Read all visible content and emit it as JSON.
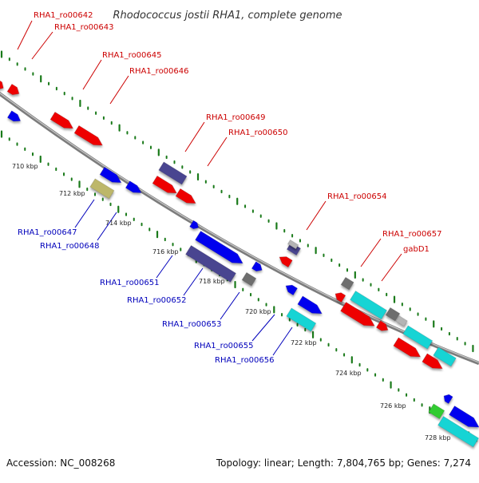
{
  "title": "Rhodococcus jostii RHA1, complete genome",
  "accession": "Accession: NC_008268",
  "topology": "Topology: linear; Length: 7,804,765 bp; Genes: 7,274",
  "colors": {
    "red": "#ee0000",
    "blue": "#0000ee",
    "slate": "#4a4490",
    "cyan": "#19d4d4",
    "khaki": "#bdb76b",
    "gray": "#6e6e6e",
    "lightgray": "#b4b4b4",
    "green": "#33cc33",
    "tick": "#1a7a1a",
    "label_red": "#cc0000",
    "label_blue": "#0000bb"
  },
  "scale_labels": [
    "710 kbp",
    "712 kbp",
    "714 kbp",
    "716 kbp",
    "718 kbp",
    "720 kbp",
    "722 kbp",
    "724 kbp",
    "726 kbp",
    "728 kbp"
  ],
  "gene_labels_top": [
    "RHA1_ro00642",
    "RHA1_ro00643",
    "RHA1_ro00645",
    "RHA1_ro00646",
    "RHA1_ro00649",
    "RHA1_ro00650",
    "RHA1_ro00654",
    "RHA1_ro00657",
    "gabD1"
  ],
  "gene_labels_bottom": [
    "RHA1_ro00647",
    "RHA1_ro00648",
    "RHA1_ro00651",
    "RHA1_ro00652",
    "RHA1_ro00653",
    "RHA1_ro00655",
    "RHA1_ro00656"
  ]
}
